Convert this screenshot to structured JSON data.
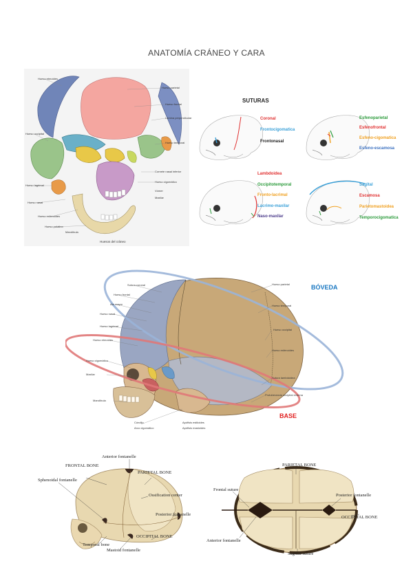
{
  "title": "ANATOMÍA CRÁNEO Y CARA",
  "sutures": {
    "heading": "SUTURAS",
    "group1": [
      {
        "label": "Coronal",
        "color": "#e03030"
      },
      {
        "label": "Frontocigomatica",
        "color": "#3aa0d8"
      },
      {
        "label": "Frontonasal",
        "color": "#222222"
      }
    ],
    "group2": [
      {
        "label": "Esfenoparietal",
        "color": "#2a9a3a"
      },
      {
        "label": "Esfenofrontal",
        "color": "#e03030"
      },
      {
        "label": "Esfeno-cigomatica",
        "color": "#f0a020"
      },
      {
        "label": "Esfeno-escamosa",
        "color": "#3a70c0"
      }
    ],
    "group3": [
      {
        "label": "Lambdoidea",
        "color": "#e03030"
      },
      {
        "label": "Occipitotemporal",
        "color": "#2a9a3a"
      },
      {
        "label": "Fronto-lacrimal",
        "color": "#f0a020"
      },
      {
        "label": "Lacrimo-maxilar",
        "color": "#3aa0d8"
      },
      {
        "label": "Naso-maxilar",
        "color": "#4a3a8a"
      }
    ],
    "group4": [
      {
        "label": "Sagital",
        "color": "#3aa0d8"
      },
      {
        "label": "Escamosa",
        "color": "#e03030"
      },
      {
        "label": "Parietomastoidea",
        "color": "#f0a020"
      },
      {
        "label": "Temporocigomatica",
        "color": "#2a9a3a"
      }
    ]
  },
  "exploded": {
    "labels": [
      "Hueso parietal",
      "Hueso frontal",
      "Lámina perpendicular",
      "Hueso temporal",
      "Hueso occipital",
      "Cornete nasal inferior",
      "Hueso cigomático",
      "Vómer",
      "Maxilar",
      "Mandíbula",
      "Hueso lagrimal",
      "Hueso nasal",
      "Hueso esfenoides",
      "Hueso etmoides",
      "Hueso palatino",
      "Huesos del cráneo"
    ]
  },
  "middle": {
    "boveda": "BÓVEDA",
    "base": "BASE",
    "boveda_color": "#1a78c2",
    "base_color": "#e02020",
    "labels": [
      "Sutura coronal",
      "Hueso parietal",
      "Hueso frontal",
      "Ala mayor",
      "Hueso nasal",
      "Hueso lagrimal",
      "Hueso etmoides",
      "Hueso temporal",
      "Hueso occipital",
      "Hueso cigomático",
      "Maxilar",
      "Mandíbula",
      "Apófisis estiloides",
      "Apófisis mastoides",
      "Hueso esfenoides",
      "Sutura lambdoidea",
      "Protuberancia occipital externa",
      "Cóndilo",
      "Arco cigomático"
    ]
  },
  "infant_side": {
    "labels": [
      "Anterior fontanelle",
      "FRONTAL BONE",
      "PARIETAL BONE",
      "Sphenoidal fontanelle",
      "Ossification center",
      "Posterior fontanelle",
      "OCCIPITAL BONE",
      "Temporal bone",
      "Mastoid fontanelle"
    ]
  },
  "infant_top": {
    "labels": [
      "PARIETAL BONE",
      "Frontal suture",
      "Posterior fontanelle",
      "OCCIPITAL BONE",
      "Anterior fontanelle",
      "Sagittal suture"
    ]
  }
}
